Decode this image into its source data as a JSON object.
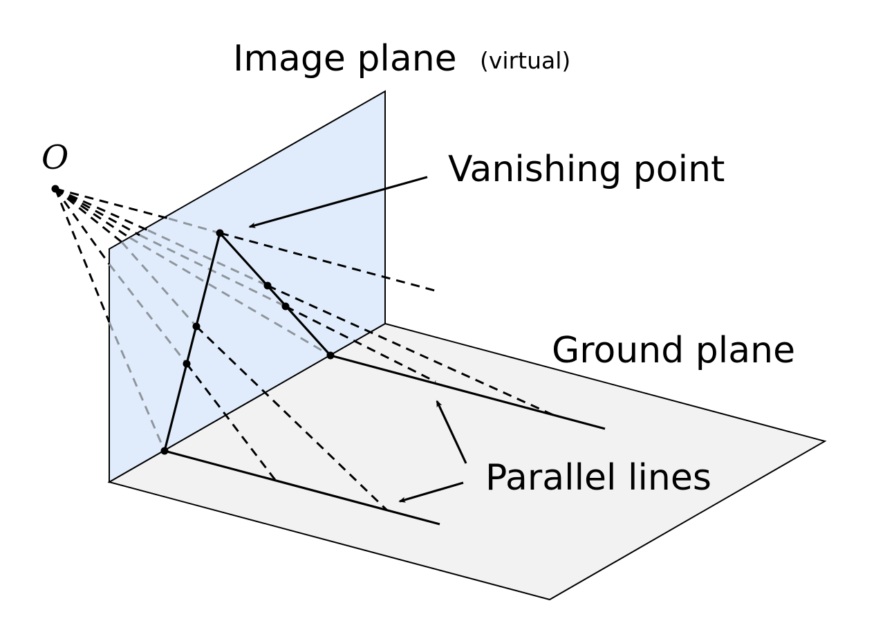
{
  "labels": {
    "image_plane": "Image plane",
    "virtual": "(virtual)",
    "origin": "O",
    "vanishing_point": "Vanishing point",
    "ground_plane": "Ground plane",
    "parallel_lines": "Parallel lines"
  },
  "colors": {
    "image_plane_fill": "#e0ecfc",
    "ground_plane_fill": "#f2f2f2",
    "grey_dash": "#8e959c",
    "ink": "#000000"
  }
}
